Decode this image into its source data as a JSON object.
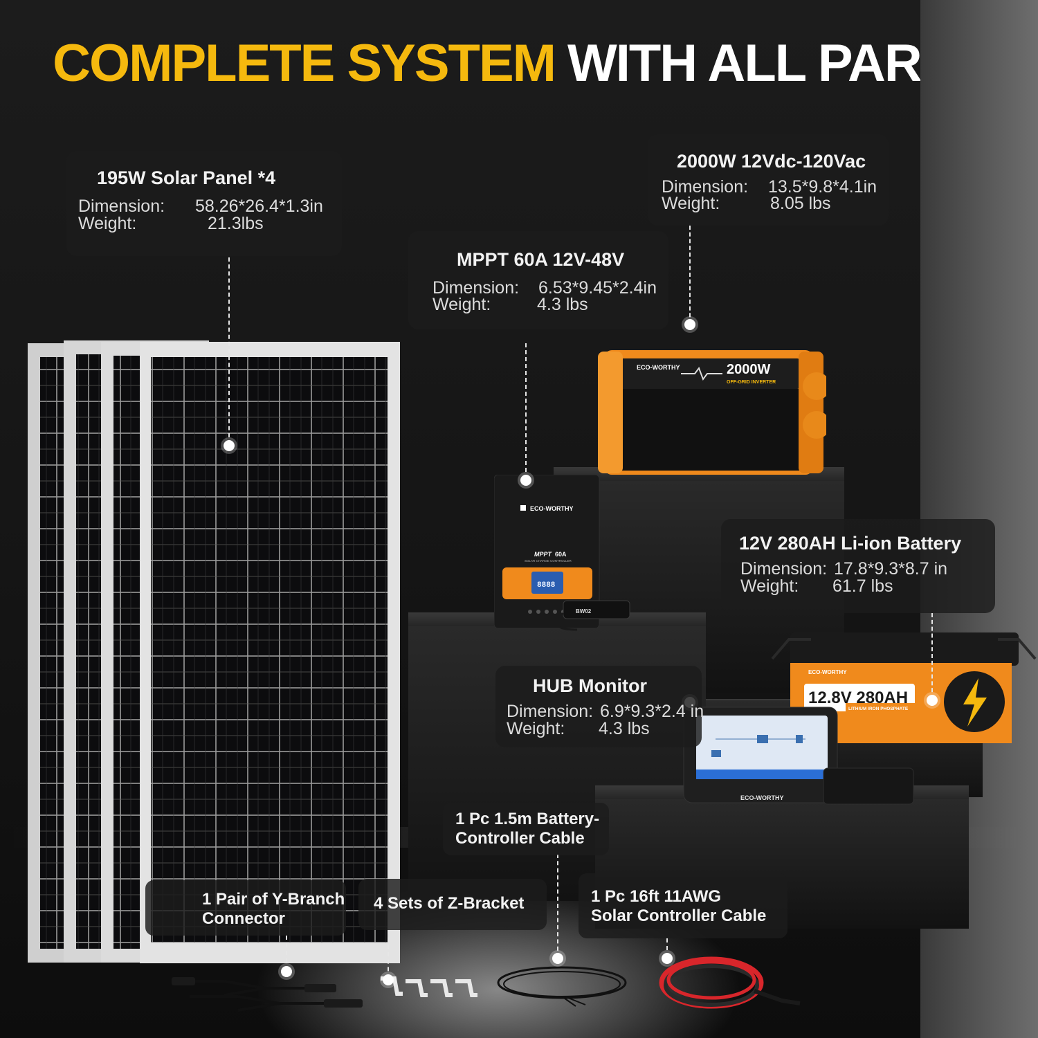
{
  "title": {
    "highlight": "COMPLETE SYSTEM",
    "rest": "WITH ALL PARTS"
  },
  "components": {
    "panel": {
      "name": "195W Solar Panel *4",
      "dim_label": "Dimension:",
      "dim_value": "58.26*26.4*1.3in",
      "wt_label": "Weight:",
      "wt_value": "21.3lbs"
    },
    "inverter": {
      "name": "2000W 12Vdc-120Vac",
      "dim_label": "Dimension:",
      "dim_value": "13.5*9.8*4.1in",
      "wt_label": "Weight:",
      "wt_value": "8.05 lbs"
    },
    "controller": {
      "name": "MPPT 60A 12V-48V",
      "dim_label": "Dimension:",
      "dim_value": "6.53*9.45*2.4in",
      "wt_label": "Weight:",
      "wt_value": "4.3 lbs"
    },
    "battery": {
      "name": "12V 280AH Li-ion Battery",
      "dim_label": "Dimension:",
      "dim_value": "17.8*9.3*8.7 in",
      "wt_label": "Weight:",
      "wt_value": "61.7 lbs"
    },
    "hub": {
      "name": "HUB Monitor",
      "dim_label": "Dimension:",
      "dim_value": "6.9*9.3*2.4 in",
      "wt_label": "Weight:",
      "wt_value": "4.3 lbs"
    }
  },
  "accessories": {
    "battery_cable": {
      "line1": "1 Pc 1.5m Battery-",
      "line2": "Controller Cable"
    },
    "y_branch": {
      "line1": "1 Pair of Y-Branch",
      "line2": "Connector"
    },
    "z_bracket": {
      "line1": "4 Sets of Z-Bracket"
    },
    "solar_cable": {
      "line1": "1 Pc 16ft 11AWG",
      "line2": "Solar Controller Cable"
    }
  },
  "product_text": {
    "brand": "ECO-WORTHY",
    "inverter_power": "2000W",
    "inverter_type": "OFF-GRID INVERTER",
    "controller_mppt": "MPPT",
    "controller_amp": "60A",
    "controller_sub": "SOLAR CHARGE CONTROLLER",
    "controller_display": "8888",
    "bw_module": "BW02",
    "battery_rating": "12.8V 280AH",
    "battery_chem": "LITHIUM IRON PHOSPHATE"
  },
  "colors": {
    "accent_yellow": "#f5b90e",
    "orange": "#f08a1c",
    "cable_red": "#d8262b"
  }
}
